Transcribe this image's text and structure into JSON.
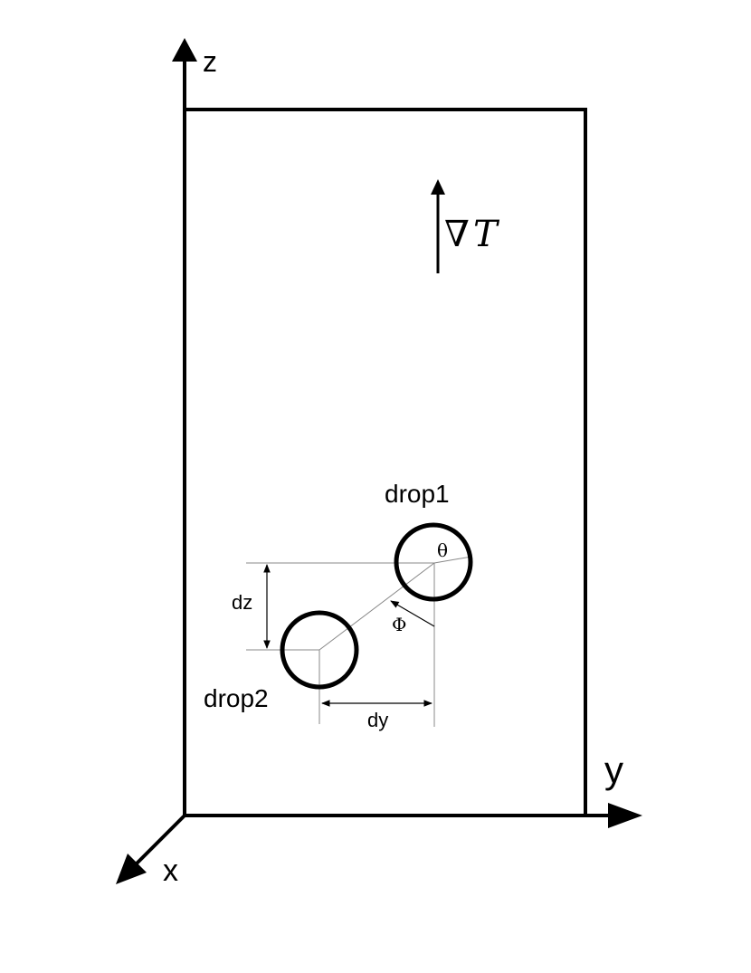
{
  "labels": {
    "axis_z": "z",
    "axis_y": "y",
    "axis_x": "x",
    "gradient": "∇T",
    "gradient_nabla": "∇",
    "gradient_T": "T",
    "drop1": "drop1",
    "drop2": "drop2",
    "dz": "dz",
    "dy": "dy",
    "theta": "θ",
    "phi": "Φ"
  },
  "colors": {
    "ink": "#000000",
    "thin_line": "#888888",
    "background": "#ffffff"
  }
}
